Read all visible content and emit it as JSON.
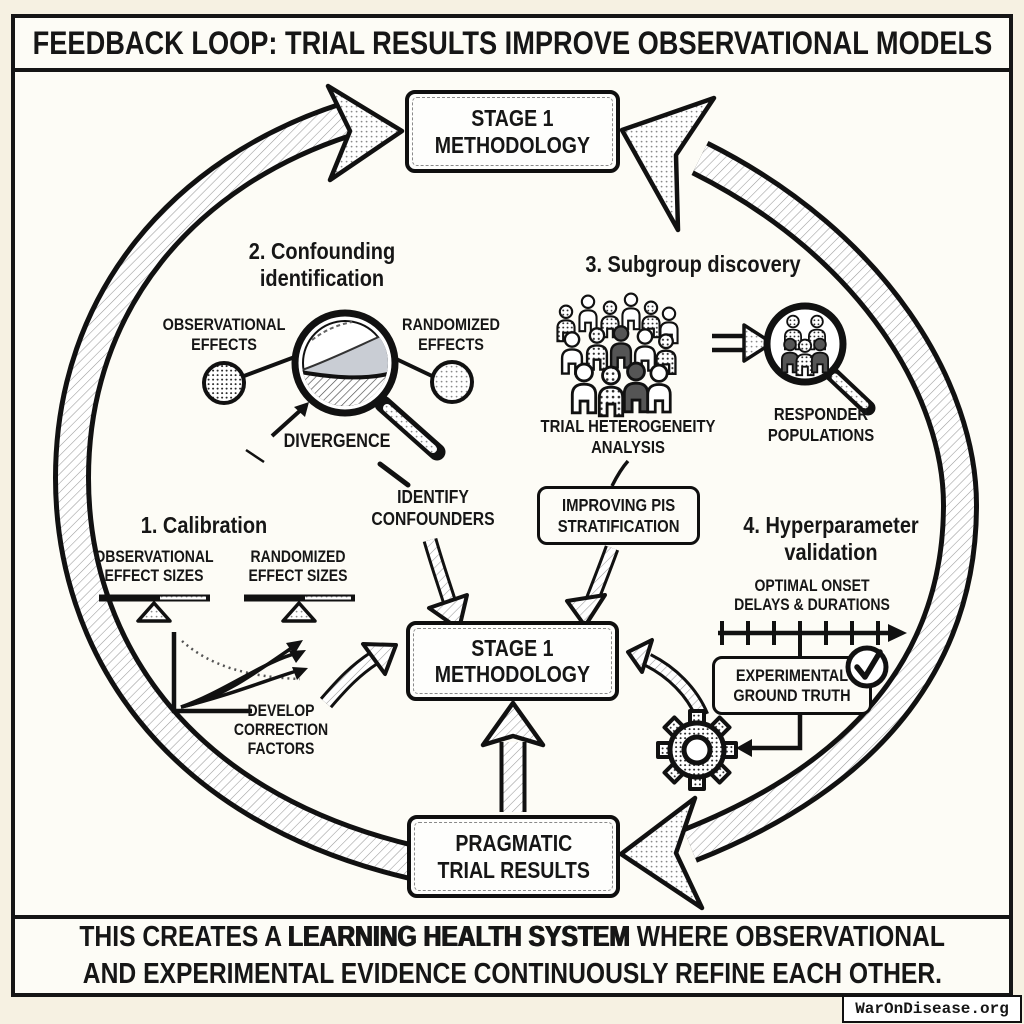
{
  "colors": {
    "background": "#f6f1e2",
    "paper": "#fdfcf6",
    "ink": "#161616",
    "wedge_gray": "#c9cdd4"
  },
  "header": {
    "title": "FEEDBACK LOOP: TRIAL RESULTS IMPROVE OBSERVATIONAL MODELS"
  },
  "loop": {
    "top_box": {
      "line1": "STAGE 1",
      "line2": "METHODOLOGY"
    },
    "center_box": {
      "line1": "STAGE 1",
      "line2": "METHODOLOGY"
    },
    "bottom_box": {
      "line1": "PRAGMATIC",
      "line2": "TRIAL RESULTS"
    }
  },
  "step1": {
    "heading": "1. Calibration",
    "observational": {
      "line1": "OBSERVATIONAL",
      "line2": "EFFECT SIZES"
    },
    "randomized": {
      "line1": "RANDOMIZED",
      "line2": "EFFECT SIZES"
    },
    "develop": {
      "line1": "DEVELOP",
      "line2": "CORRECTION",
      "line3": "FACTORS"
    }
  },
  "step2": {
    "heading": {
      "line1": "2. Confounding",
      "line2": "identification"
    },
    "observational": {
      "line1": "OBSERVATIONAL",
      "line2": "EFFECTS"
    },
    "randomized": {
      "line1": "RANDOMIZED",
      "line2": "EFFECTS"
    },
    "divergence": "DIVERGENCE",
    "identify": {
      "line1": "IDENTIFY",
      "line2": "CONFOUNDERS"
    }
  },
  "step3": {
    "heading": "3. Subgroup discovery",
    "heterogeneity": {
      "line1": "TRIAL HETEROGENEITY",
      "line2": "ANALYSIS"
    },
    "responder": {
      "line1": "RESPONDER",
      "line2": "POPULATIONS"
    },
    "improving": {
      "line1": "IMPROVING PIS",
      "line2": "STRATIFICATION"
    }
  },
  "step4": {
    "heading": {
      "line1": "4. Hyperparameter",
      "line2": "validation"
    },
    "optimal": {
      "line1": "OPTIMAL ONSET",
      "line2": "DELAYS & DURATIONS"
    },
    "ground_truth": {
      "line1": "EXPERIMENTAL",
      "line2": "GROUND TRUTH"
    }
  },
  "footer": {
    "line1_pre": "THIS CREATES A ",
    "line1_bold": "LEARNING HEALTH SYSTEM",
    "line1_post": " WHERE OBSERVATIONAL",
    "line2": "AND EXPERIMENTAL EVIDENCE CONTINUOUSLY REFINE EACH OTHER.",
    "watermark": "WarOnDisease.org"
  },
  "icons": [
    "feedback-loop-band",
    "magnifying-glass-icon",
    "population-crowd-icon",
    "responder-magnifier-icon",
    "balance-scale-icon",
    "calibration-curves-icon",
    "timeline-ruler-icon",
    "gear-icon",
    "checkmark-icon",
    "double-arrow-icon",
    "block-arrow-icon"
  ]
}
